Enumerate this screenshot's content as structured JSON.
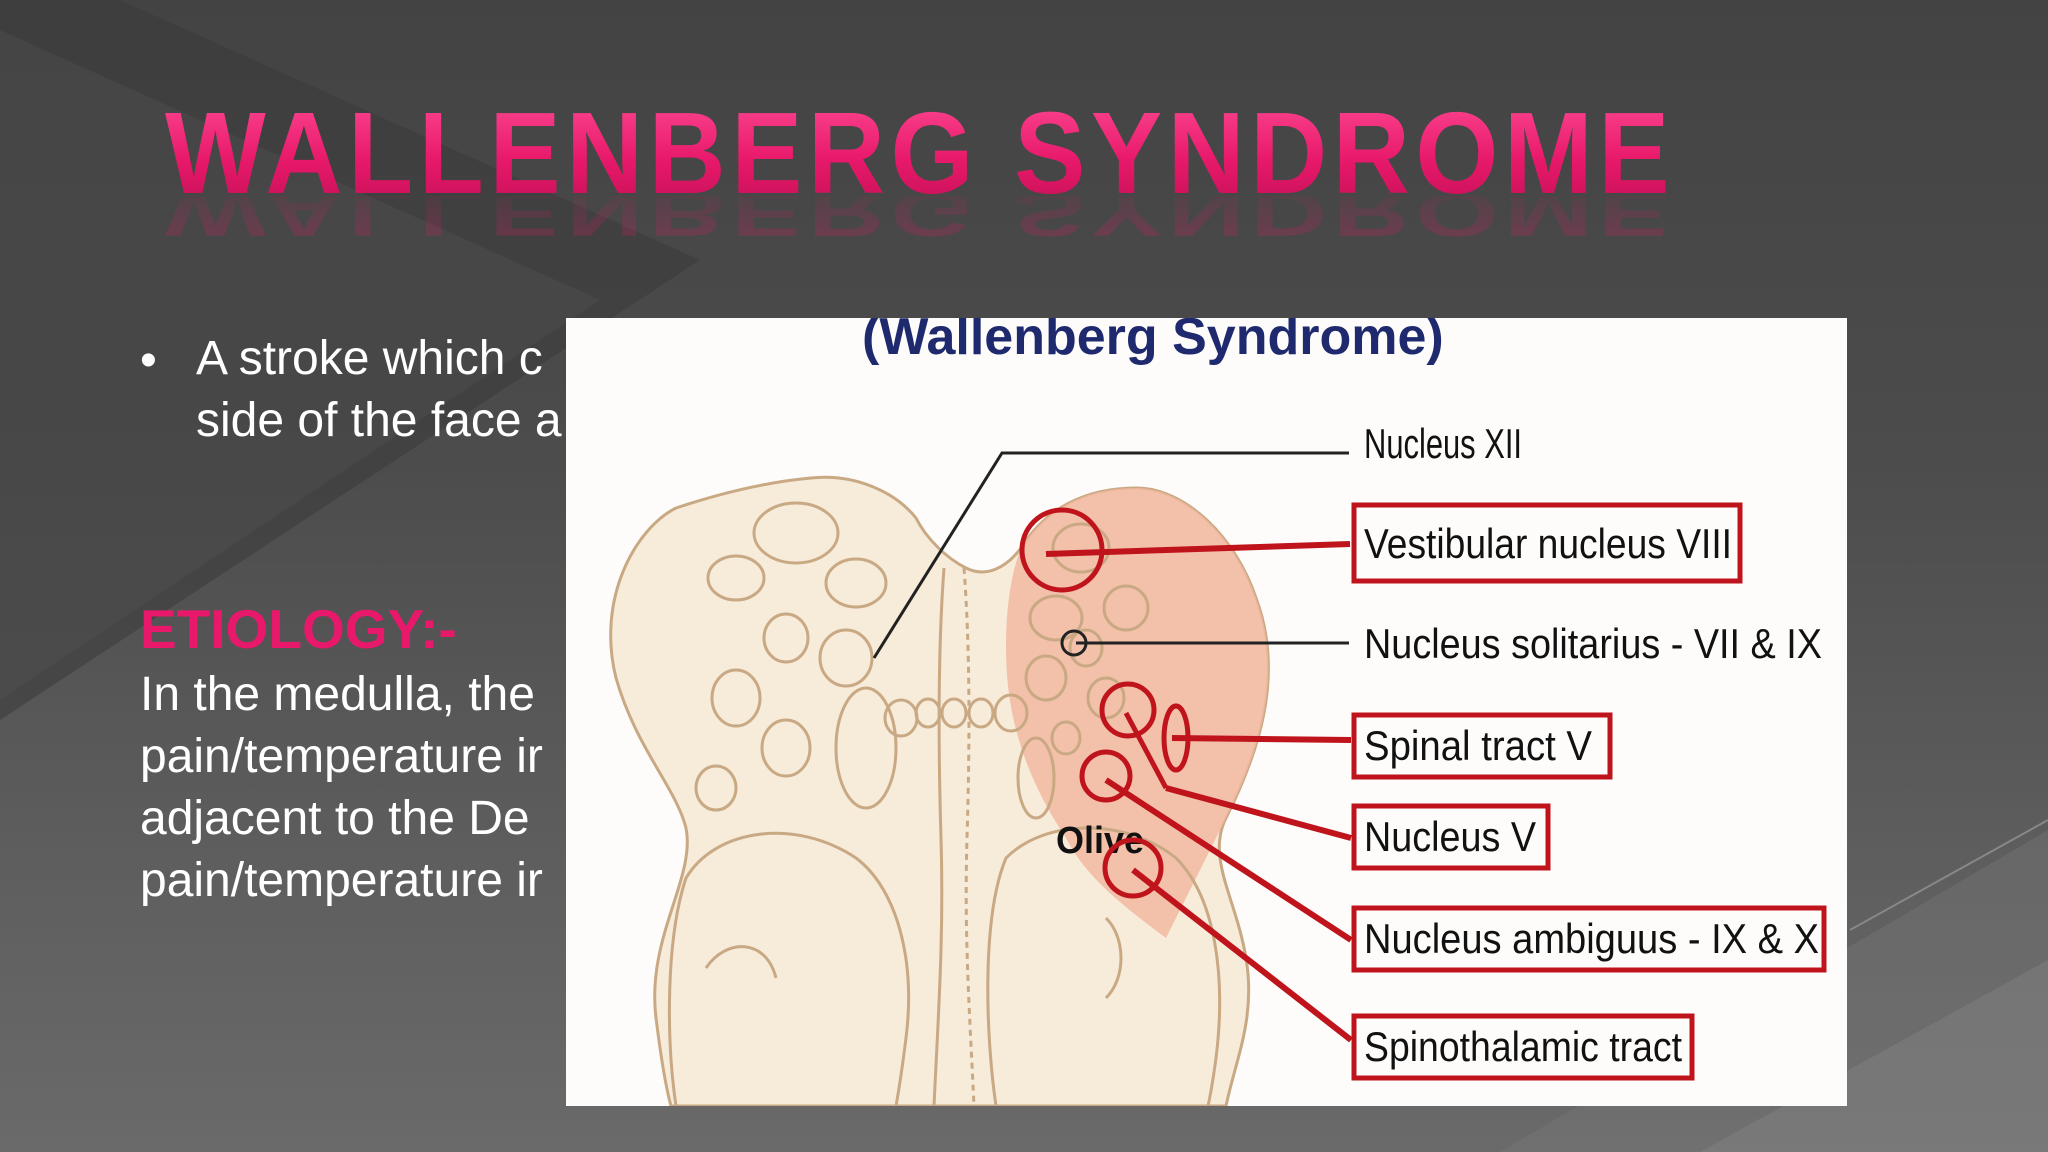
{
  "slide": {
    "title": "WALLENBERG SYNDROME",
    "bullet_text": "A stroke which c side of the face a",
    "bullet_lines": [
      "A stroke which c",
      "side of the face a"
    ],
    "etiology_heading": "ETIOLOGY:-",
    "etiology_lines": [
      "In the medulla, the",
      "pain/temperature ir",
      "adjacent  to the De",
      "pain/temperature ir"
    ],
    "colors": {
      "title_pink": "#e8196a",
      "outline_red": "#c0141c",
      "lesion_fill": "#f2b9a0"
    }
  },
  "figure": {
    "heading": "(Wallenberg Syndrome)",
    "olive_label": "Olive",
    "labels": [
      "Nucleus XII",
      "Vestibular nucleus VIII",
      "Nucleus solitarius - VII & IX",
      "Spinal tract V",
      "Nucleus V",
      "Nucleus ambiguus - IX & X",
      "Spinothalamic tract"
    ]
  }
}
